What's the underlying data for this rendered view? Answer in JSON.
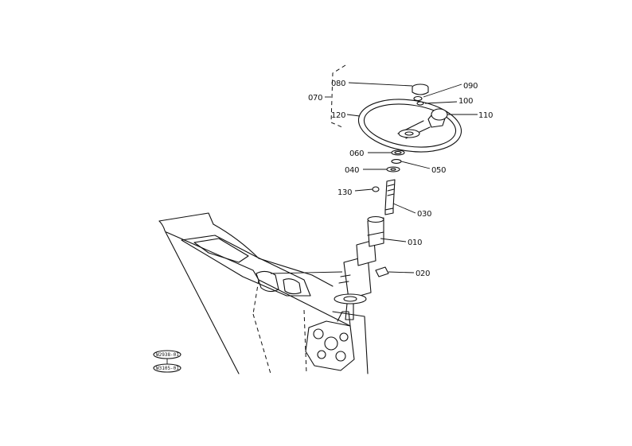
{
  "part_labels": {
    "p010": "010",
    "p020": "020",
    "p030": "030",
    "p040": "040",
    "p050": "050",
    "p060": "060",
    "p070": "070",
    "p080": "080",
    "p090": "090",
    "p100": "100",
    "p110": "110",
    "p120": "120",
    "p130": "130"
  },
  "stamps": {
    "upper": "W2938-01",
    "lower": "W3105-01"
  }
}
